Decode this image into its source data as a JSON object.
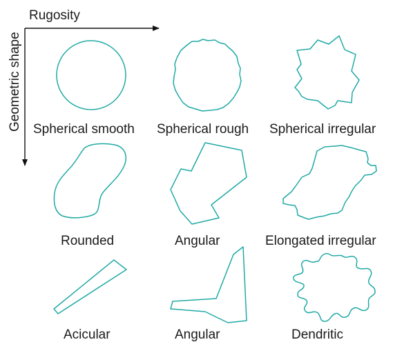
{
  "axes": {
    "horizontal_label": "Rugosity",
    "vertical_label": "Geometric shape",
    "line_color": "#111111"
  },
  "shape_color": "#1fa9a4",
  "shapes": [
    {
      "id": "spherical-smooth",
      "label": "Spherical smooth"
    },
    {
      "id": "spherical-rough",
      "label": "Spherical rough"
    },
    {
      "id": "spherical-irregular",
      "label": "Spherical irregular"
    },
    {
      "id": "rounded",
      "label": "Rounded"
    },
    {
      "id": "angular-1",
      "label": "Angular"
    },
    {
      "id": "elongated-irregular",
      "label": "Elongated irregular"
    },
    {
      "id": "acicular",
      "label": "Acicular"
    },
    {
      "id": "angular-2",
      "label": "Angular"
    },
    {
      "id": "dendritic",
      "label": "Dendritic"
    }
  ]
}
